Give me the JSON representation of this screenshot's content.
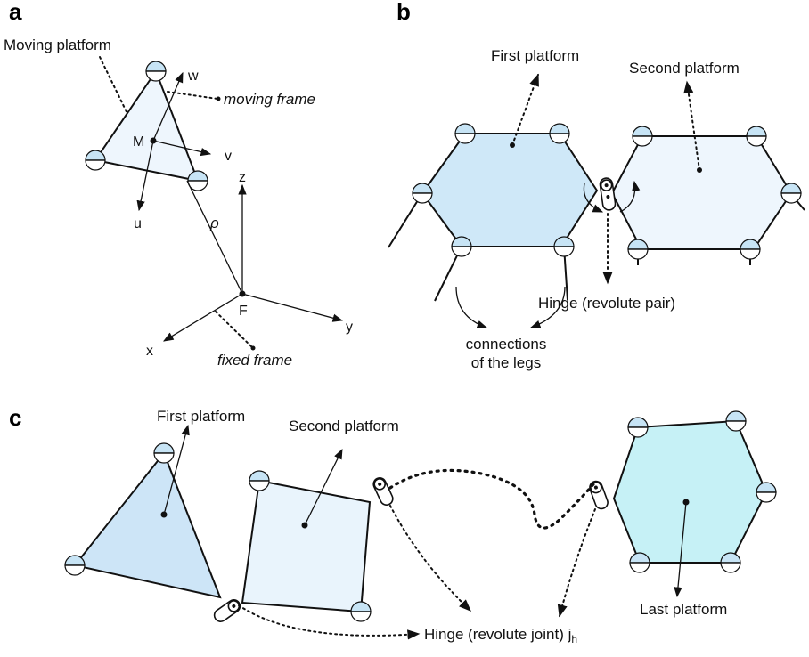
{
  "panel_labels": {
    "a": "a",
    "b": "b",
    "c": "c"
  },
  "panel_a": {
    "moving_platform": "Moving platform",
    "moving_frame": "moving frame",
    "fixed_frame": "fixed frame",
    "point_m": "M",
    "point_f": "F",
    "axis_u": "u",
    "axis_v": "v",
    "axis_w": "w",
    "axis_x": "x",
    "axis_y": "y",
    "axis_z": "z",
    "rho": "ρ"
  },
  "panel_b": {
    "first_platform": "First platform",
    "second_platform": "Second platform",
    "hinge": "Hinge (revolute pair)",
    "connections_line1": "connections",
    "connections_line2": "of the legs"
  },
  "panel_c": {
    "first_platform": "First platform",
    "second_platform": "Second platform",
    "last_platform": "Last platform",
    "hinge_main": "Hinge (revolute joint) j",
    "hinge_sub": "h"
  },
  "colors": {
    "triangle_fill_a": "#eef6fd",
    "hexagon_first_b": "#cfe8f8",
    "hexagon_second_b": "#eef6fd",
    "triangle_fill_c": "#cde5f7",
    "square_fill_c": "#e9f4fc",
    "hexagon_last_c": "#c6f1f6",
    "ball_color": "#c7e4f5"
  }
}
